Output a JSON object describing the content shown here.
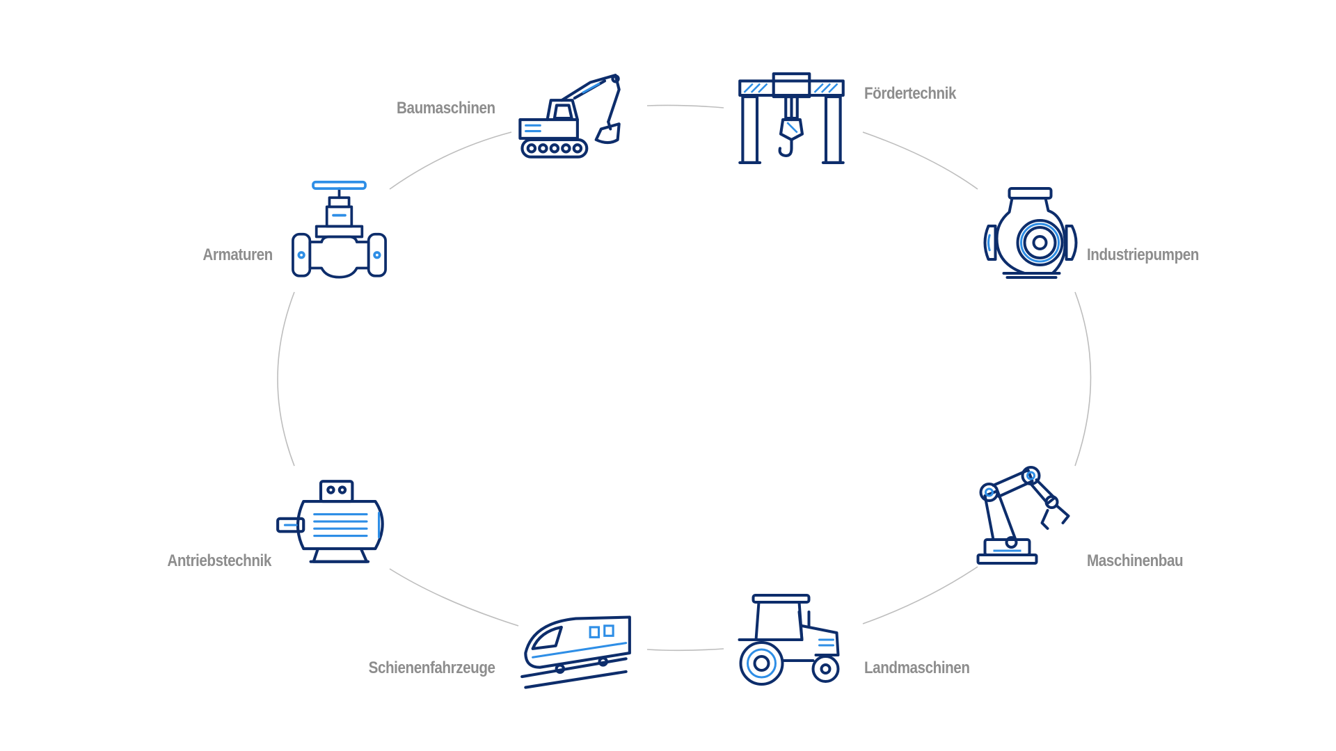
{
  "diagram": {
    "nodes": [
      {
        "id": "baumaschinen",
        "label": "Baumaschinen",
        "icon": "excavator-icon"
      },
      {
        "id": "foerdertechnik",
        "label": "Fördertechnik",
        "icon": "gantry-crane-icon"
      },
      {
        "id": "industriepumpen",
        "label": "Industriepumpen",
        "icon": "centrifugal-pump-icon"
      },
      {
        "id": "maschinenbau",
        "label": "Maschinenbau",
        "icon": "robot-arm-icon"
      },
      {
        "id": "landmaschinen",
        "label": "Landmaschinen",
        "icon": "tractor-icon"
      },
      {
        "id": "schienenfahrzeuge",
        "label": "Schienenfahrzeuge",
        "icon": "train-icon"
      },
      {
        "id": "antriebstechnik",
        "label": "Antriebstechnik",
        "icon": "electric-motor-icon"
      },
      {
        "id": "armaturen",
        "label": "Armaturen",
        "icon": "valve-icon"
      }
    ],
    "colors": {
      "dark": "#0d2d6b",
      "accent": "#2e8ee6",
      "label": "#8d8d8d",
      "ring": "#bdbdbd"
    }
  }
}
